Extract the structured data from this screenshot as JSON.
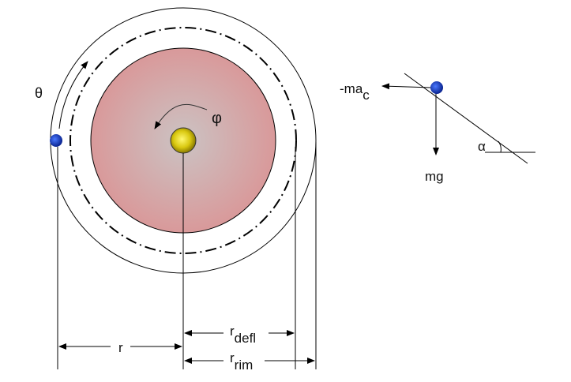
{
  "labels": {
    "theta": "θ",
    "phi": "φ",
    "r": "r",
    "r_defl_main": "r",
    "r_defl_sub": "defl",
    "r_rim_main": "r",
    "r_rim_sub": "rim",
    "centrifugal_main": "-ma",
    "centrifugal_sub": "c",
    "gravity": "mg",
    "alpha": "α"
  },
  "colors": {
    "disc": "#d99a9a",
    "disc_center": "#cfc6c6",
    "hub": "#e8dc20",
    "ball": "#1a3fc0"
  }
}
